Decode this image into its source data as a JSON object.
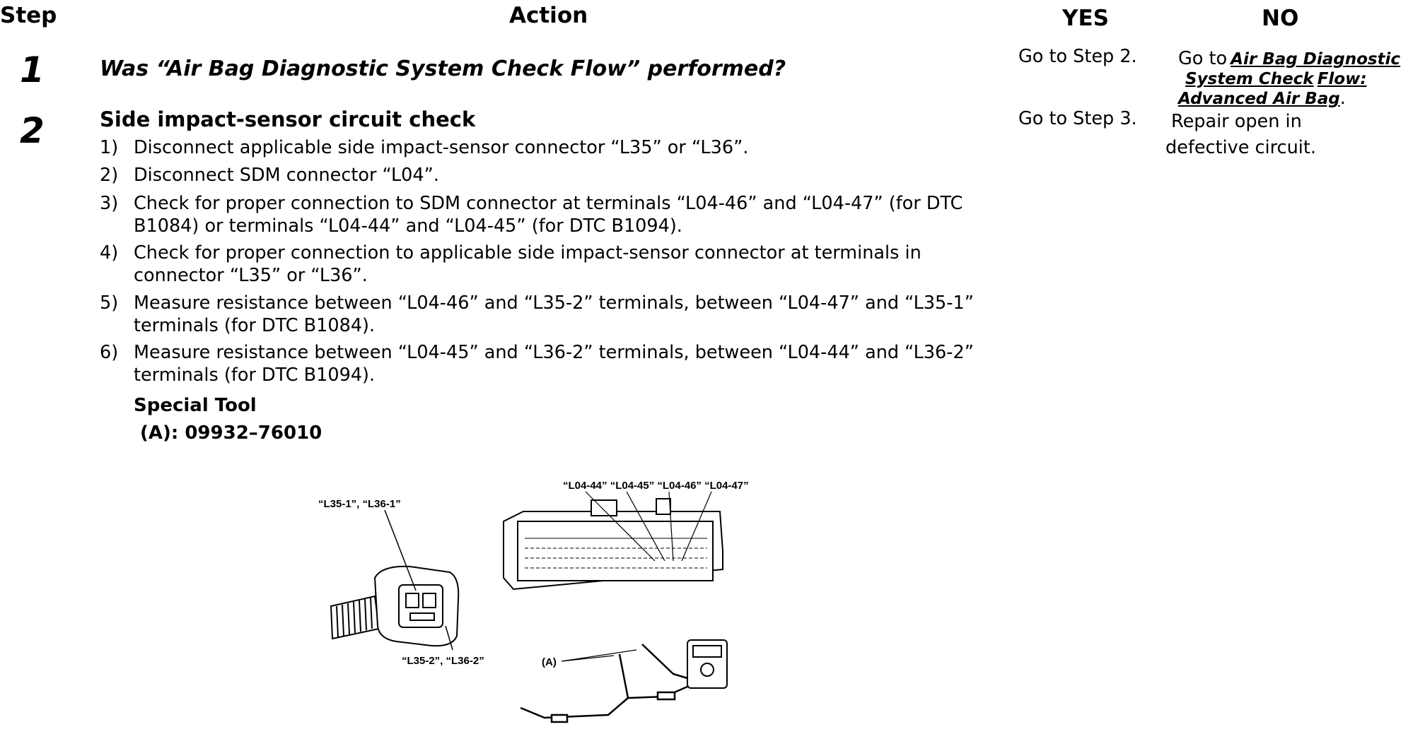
{
  "header": {
    "step": "Step",
    "action": "Action",
    "yes": "YES",
    "no": "NO"
  },
  "steps": [
    {
      "number": "1",
      "action": "Was “Air Bag Diagnostic System Check Flow” performed?",
      "yes": "Go to Step 2.",
      "no_prefix": "Go to",
      "no_link_1": "Air Bag Diagnostic",
      "no_link_2": "System Check",
      "no_link_3": "Flow:",
      "no_link_4": "Advanced Air Bag",
      "no_suffix": "."
    },
    {
      "number": "2",
      "title": "Side impact-sensor circuit check",
      "items": [
        {
          "n": "1)",
          "text": "Disconnect applicable side impact-sensor connector “L35” or “L36”."
        },
        {
          "n": "2)",
          "text": "Disconnect SDM connector “L04”."
        },
        {
          "n": "3)",
          "text": "Check for proper connection to SDM connector at terminals “L04-46” and “L04-47” (for DTC B1084) or terminals “L04-44” and “L04-45” (for DTC B1094)."
        },
        {
          "n": "4)",
          "text": "Check for proper connection to applicable side impact-sensor connector at terminals in connector “L35” or “L36”."
        },
        {
          "n": "5)",
          "text": "Measure resistance between “L04-46” and “L35-2” terminals, between “L04-47” and “L35-1” terminals (for DTC B1084)."
        },
        {
          "n": "6)",
          "text": "Measure resistance between “L04-45” and “L36-2” terminals, between “L04-44” and “L36-2” terminals (for DTC B1094)."
        }
      ],
      "special_tool_label": "Special Tool",
      "special_tool_value": "(A): 09932–76010",
      "yes": "Go to Step 3.",
      "no_line_1": "Repair open in",
      "no_line_2": "defective circuit."
    }
  ],
  "figure": {
    "label_l35_1": "“L35-1”, “L36-1”",
    "label_l35_2": "“L35-2”, “L36-2”",
    "label_sdm": "“L04-44” “L04-45” “L04-46” “L04-47”",
    "label_tool": "(A)"
  }
}
